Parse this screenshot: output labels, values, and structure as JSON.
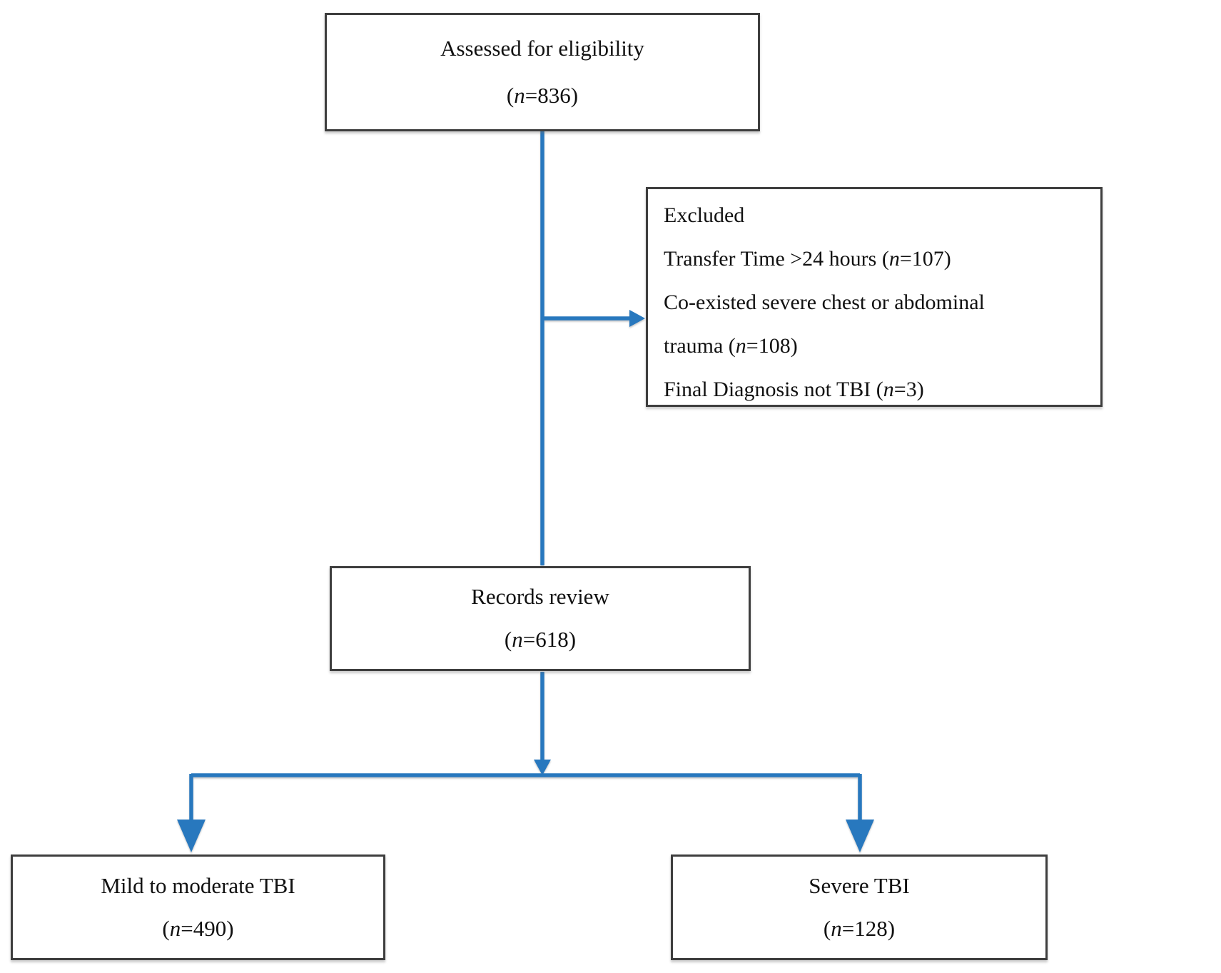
{
  "figure": {
    "kind": "patient-flow-diagram",
    "accent_color": "#2878BE",
    "box_border_color": "#3E3E3E",
    "text_color": "#111111"
  },
  "boxes": {
    "eligibility": {
      "title": "Assessed for eligibility",
      "count": {
        "pre": "(",
        "n": "n",
        "post": "=836)"
      }
    },
    "excluded": {
      "lines": [
        {
          "pre": "Excluded",
          "n": "",
          "post": ""
        },
        {
          "pre": "Transfer Time >24 hours (",
          "n": "n",
          "post": "=107)"
        },
        {
          "pre": "Co-existed severe chest or abdominal",
          "n": "",
          "post": ""
        },
        {
          "pre": "trauma (",
          "n": "n",
          "post": "=108)"
        },
        {
          "pre": "Final Diagnosis not TBI (",
          "n": "n",
          "post": "=3)"
        }
      ]
    },
    "records": {
      "title": "Records review",
      "count": {
        "pre": "(",
        "n": "n",
        "post": "=618)"
      }
    },
    "mild": {
      "title": "Mild to moderate TBI",
      "count": {
        "pre": "(",
        "n": "n",
        "post": "=490)"
      }
    },
    "severe": {
      "title": "Severe TBI",
      "count": {
        "pre": "(",
        "n": "n",
        "post": "=128)"
      }
    }
  }
}
